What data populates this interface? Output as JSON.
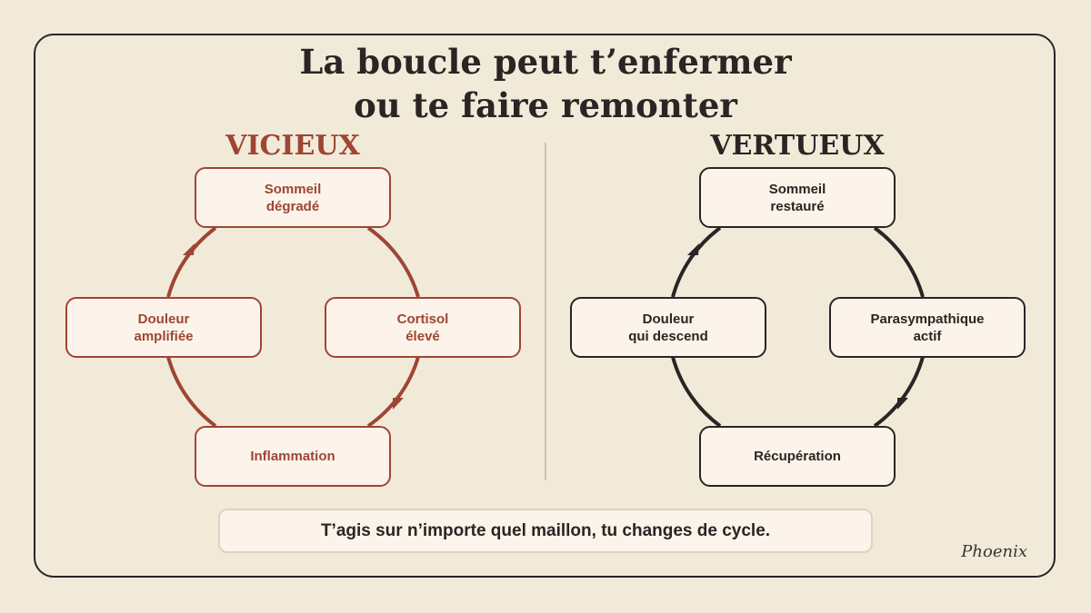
{
  "title": {
    "line1": "La boucle peut t’enfermer",
    "line2": "ou te faire remonter"
  },
  "vicious": {
    "heading": "VICIEUX",
    "color": "#9e4534",
    "nodes": {
      "top": "Sommeil\ndégradé",
      "right": "Cortisol\nélevé",
      "bottom": "Inflammation",
      "left": "Douleur\namplifiée"
    }
  },
  "virtuous": {
    "heading": "VERTUEUX",
    "color": "#2a2524",
    "nodes": {
      "top": "Sommeil\nrestauré",
      "right": "Parasympathique\nactif",
      "bottom": "Récupération",
      "left": "Douleur\nqui descend"
    }
  },
  "footer": "T’agis sur n’importe quel maillon, tu changes de cycle.",
  "signature": "Phoenix"
}
